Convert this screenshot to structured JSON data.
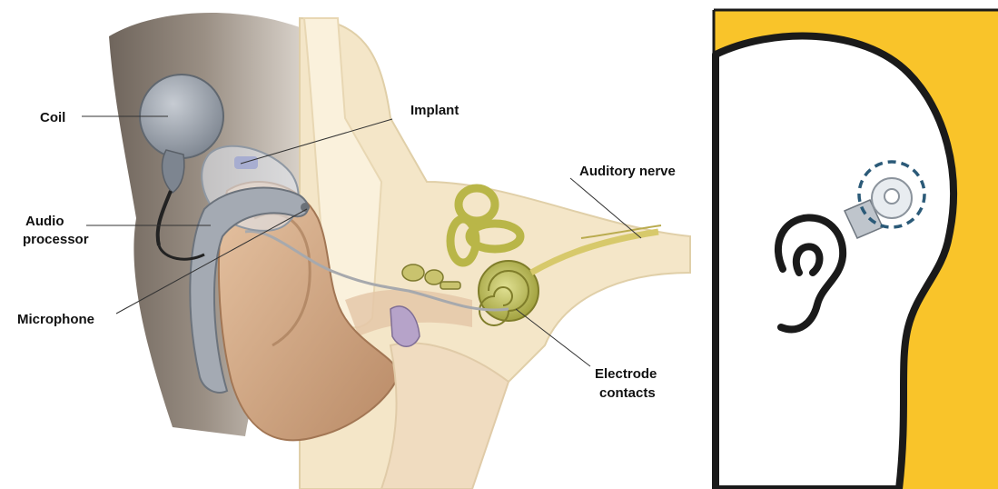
{
  "labels": {
    "coil": "Coil",
    "implant": "Implant",
    "auditory_nerve": "Auditory nerve",
    "audio_line1": "Audio",
    "audio_line2": "processor",
    "microphone": "Microphone",
    "electrode_line1": "Electrode",
    "electrode_line2": "contacts"
  },
  "colors": {
    "panel_yellow": "#f9c42a",
    "outline": "#1a1a1a",
    "highlight_ring": "#2b5a78",
    "skin": "#d9b08c",
    "hair": "#8a7d70",
    "device_gray": "#9aa2ad",
    "cochlea": "#c2c25a"
  }
}
